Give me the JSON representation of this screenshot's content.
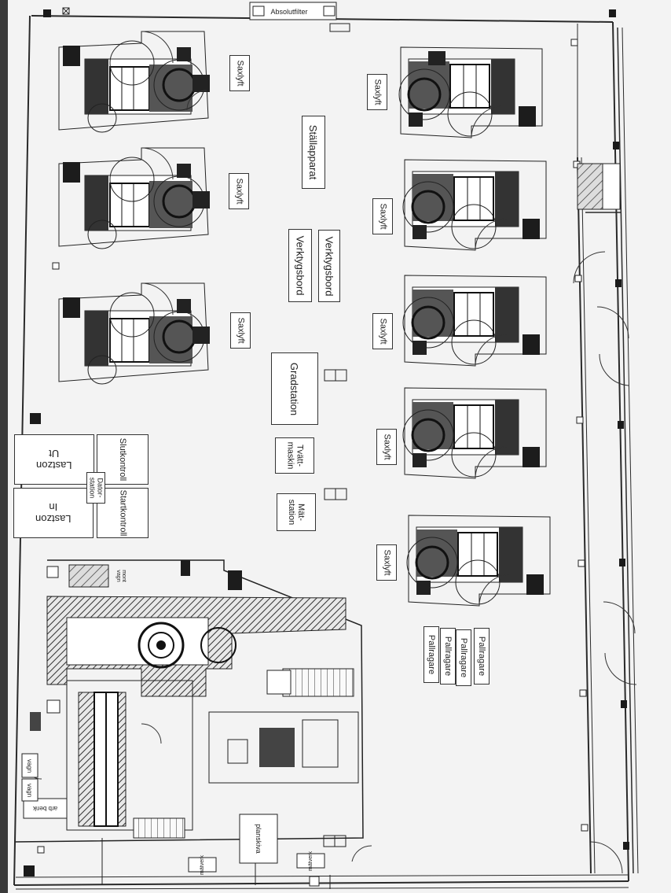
{
  "labels": {
    "absolutfilter": "Absolutfilter",
    "saxlyft": "Saxlyft",
    "stallapparat": "Ställapparat",
    "verktygsbord": "Verktygsbord",
    "gradstation": "Gradstation",
    "tvattmaskin": "Tvätt-\nmaskin",
    "matstation": "Mät-\nstation",
    "lastzon_ut": "Lastzon\nUt",
    "lastzon_in": "Lastzon\nIn",
    "slutkontroll": "Slutkontroll",
    "startkontroll": "Startkontroll",
    "datorstation": "Dator-\nstation",
    "pallragare": "Pallragare",
    "planskiva": "planskiva",
    "matverk": "mätverk",
    "vagn": "vagn",
    "arb_benk": "arb benk",
    "mont_vagn": "mont\nvagn"
  },
  "colors": {
    "line": "#2a2a2a",
    "machine": "#1c1c1c",
    "paper": "#f3f3f3"
  }
}
